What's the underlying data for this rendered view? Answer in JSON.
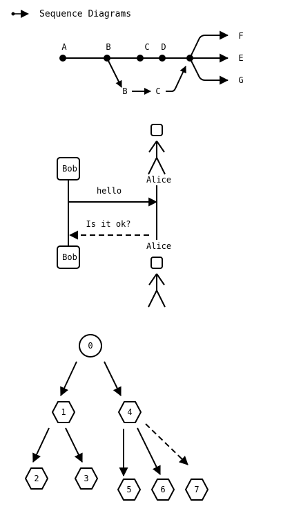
{
  "header": {
    "title": "Sequence Diagrams",
    "icon": "arrow-right-icon"
  },
  "git_graph": {
    "main_commits": [
      "A",
      "B",
      "C",
      "D"
    ],
    "branch_commits": [
      "B",
      "C"
    ],
    "targets": [
      "F",
      "E",
      "G"
    ]
  },
  "sequence": {
    "actor_top_name": "Alice",
    "actor_bottom_name": "Alice",
    "participant_top": "Bob",
    "participant_bottom": "Bob",
    "message_1": "hello",
    "message_2": "Is it ok?"
  },
  "tree": {
    "nodes": [
      "0",
      "1",
      "4",
      "2",
      "3",
      "5",
      "6",
      "7"
    ]
  }
}
